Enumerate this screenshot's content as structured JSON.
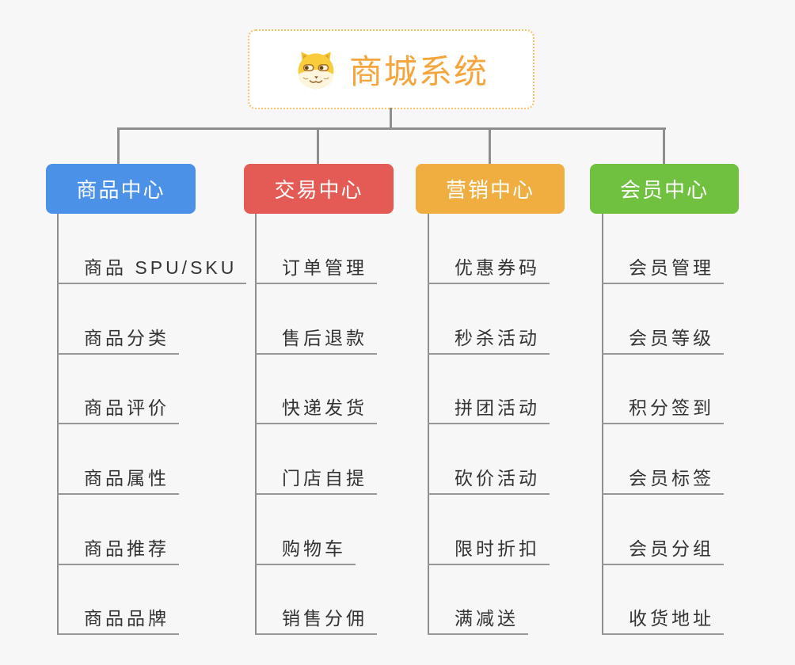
{
  "root": {
    "label": "商城系统",
    "icon": "doge-icon",
    "title_color": "#f5a53c",
    "border_color": "#f6c36c"
  },
  "lines": {
    "color": "#8e8e8e"
  },
  "branches": [
    {
      "label": "商品中心",
      "color": "#4b91e8",
      "children": [
        "商品 SPU/SKU",
        "商品分类",
        "商品评价",
        "商品属性",
        "商品推荐",
        "商品品牌"
      ]
    },
    {
      "label": "交易中心",
      "color": "#e45b55",
      "children": [
        "订单管理",
        "售后退款",
        "快递发货",
        "门店自提",
        "购物车",
        "销售分佣"
      ]
    },
    {
      "label": "营销中心",
      "color": "#efae3f",
      "children": [
        "优惠券码",
        "秒杀活动",
        "拼团活动",
        "砍价活动",
        "限时折扣",
        "满减送"
      ]
    },
    {
      "label": "会员中心",
      "color": "#6fc13f",
      "children": [
        "会员管理",
        "会员等级",
        "积分签到",
        "会员标签",
        "会员分组",
        "收货地址"
      ]
    }
  ]
}
